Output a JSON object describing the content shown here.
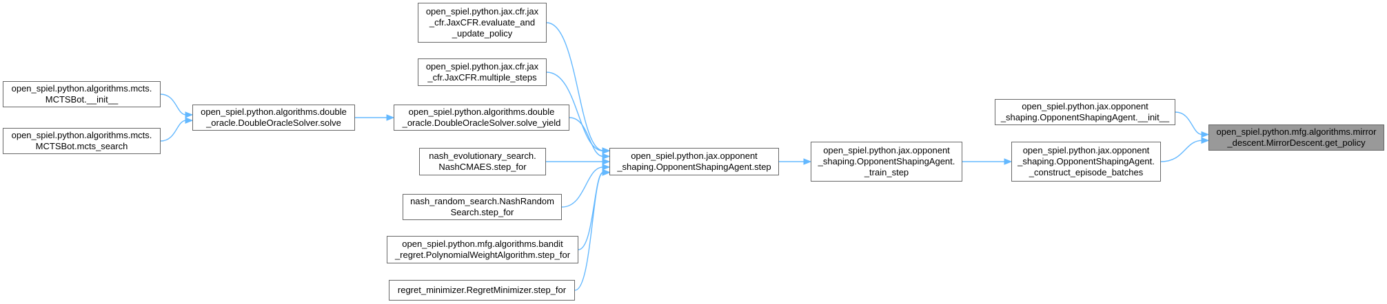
{
  "diagram": {
    "edge_color": "#63b8ff",
    "node_border_color": "#666666",
    "root_fill_color": "#999999",
    "nodes": [
      {
        "id": "get_policy",
        "label": "open_spiel.python.mfg.algorithms.mirror\n_descent.MirrorDescent.get_policy",
        "highlighted": true
      },
      {
        "id": "os_init",
        "label": "open_spiel.python.jax.opponent\n_shaping.OpponentShapingAgent.__init__"
      },
      {
        "id": "os_construct",
        "label": "open_spiel.python.jax.opponent\n_shaping.OpponentShapingAgent.\n_construct_episode_batches"
      },
      {
        "id": "os_train",
        "label": "open_spiel.python.jax.opponent\n_shaping.OpponentShapingAgent.\n_train_step"
      },
      {
        "id": "os_step",
        "label": "open_spiel.python.jax.opponent\n_shaping.OpponentShapingAgent.step"
      },
      {
        "id": "jaxcfr_eval",
        "label": "open_spiel.python.jax.cfr.jax\n_cfr.JaxCFR.evaluate_and\n_update_policy"
      },
      {
        "id": "jaxcfr_multi",
        "label": "open_spiel.python.jax.cfr.jax\n_cfr.JaxCFR.multiple_steps"
      },
      {
        "id": "do_solve_yield",
        "label": "open_spiel.python.algorithms.double\n_oracle.DoubleOracleSolver.solve_yield"
      },
      {
        "id": "nash_evo",
        "label": "nash_evolutionary_search.\nNashCMAES.step_for"
      },
      {
        "id": "nash_random",
        "label": "nash_random_search.NashRandom\nSearch.step_for"
      },
      {
        "id": "bandit",
        "label": "open_spiel.python.mfg.algorithms.bandit\n_regret.PolynomialWeightAlgorithm.step_for"
      },
      {
        "id": "regret_min",
        "label": "regret_minimizer.RegretMinimizer.step_for"
      },
      {
        "id": "do_solve",
        "label": "open_spiel.python.algorithms.double\n_oracle.DoubleOracleSolver.solve"
      },
      {
        "id": "mcts_init",
        "label": "open_spiel.python.algorithms.mcts.\nMCTSBot.__init__"
      },
      {
        "id": "mcts_search",
        "label": "open_spiel.python.algorithms.mcts.\nMCTSBot.mcts_search"
      }
    ],
    "edges": [
      {
        "from": "os_init",
        "to": "get_policy"
      },
      {
        "from": "os_construct",
        "to": "get_policy"
      },
      {
        "from": "os_train",
        "to": "os_construct"
      },
      {
        "from": "os_step",
        "to": "os_train"
      },
      {
        "from": "jaxcfr_eval",
        "to": "os_step"
      },
      {
        "from": "jaxcfr_multi",
        "to": "os_step"
      },
      {
        "from": "do_solve_yield",
        "to": "os_step"
      },
      {
        "from": "nash_evo",
        "to": "os_step"
      },
      {
        "from": "nash_random",
        "to": "os_step"
      },
      {
        "from": "bandit",
        "to": "os_step"
      },
      {
        "from": "regret_min",
        "to": "os_step"
      },
      {
        "from": "do_solve",
        "to": "do_solve_yield"
      },
      {
        "from": "mcts_init",
        "to": "do_solve"
      },
      {
        "from": "mcts_search",
        "to": "do_solve"
      }
    ]
  }
}
